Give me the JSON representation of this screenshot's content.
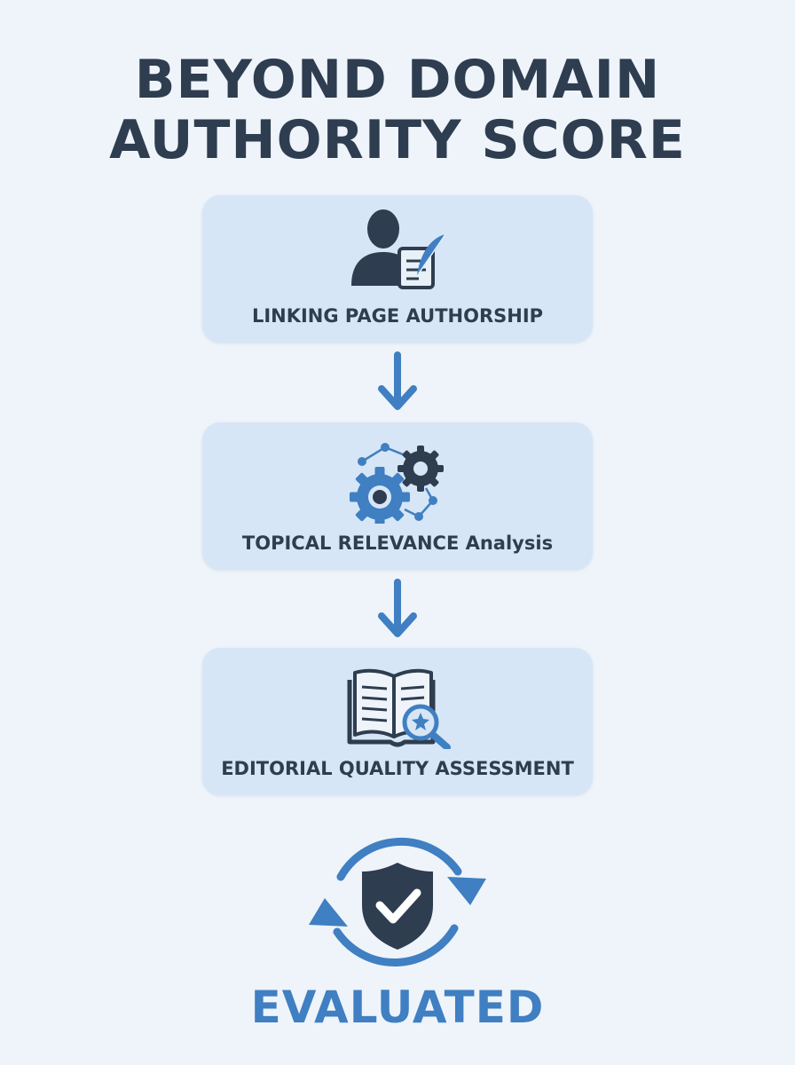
{
  "title": {
    "line1": "BEYOND DOMAIN",
    "line2": "AUTHORITY SCORE"
  },
  "steps": [
    {
      "label": "LINKING PAGE AUTHORSHIP",
      "icon": "author-document-icon"
    },
    {
      "label": "TOPICAL RELEVANCE Analysis",
      "icon": "gears-network-icon"
    },
    {
      "label": "EDITORIAL QUALITY ASSESSMENT",
      "icon": "book-magnifier-icon"
    }
  ],
  "result": {
    "label": "EVALUATED",
    "icon": "shield-check-cycle-icon"
  },
  "colors": {
    "background": "#eef4fa",
    "card": "#d6e6f6",
    "dark": "#2e3d4f",
    "accent": "#3f7fc2"
  }
}
